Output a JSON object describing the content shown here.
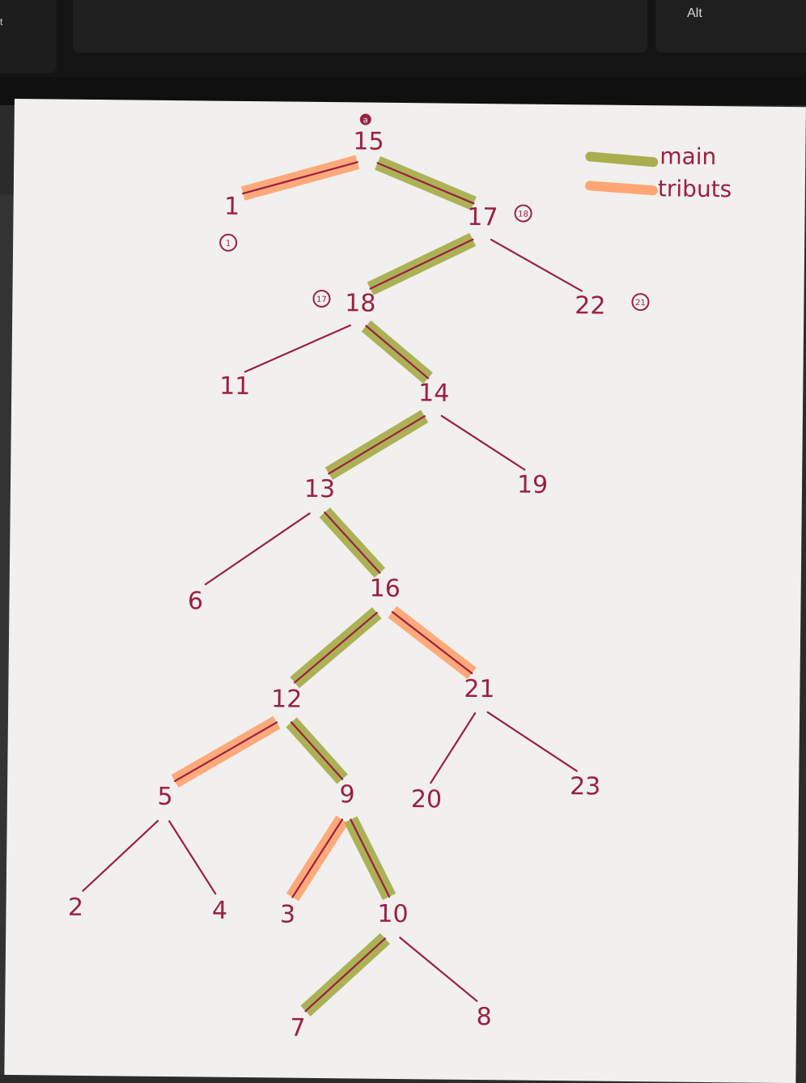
{
  "keyboard": {
    "alt_label": "Alt",
    "left_key_fragment": "t"
  },
  "legend": {
    "main_label": "main",
    "tributs_label": "tributs",
    "main_color": "#a9ae4e",
    "tributs_color": "#ffa674"
  },
  "root_marker": "a",
  "nodes": [
    {
      "id": "n15",
      "label": "15"
    },
    {
      "id": "n1",
      "label": "1",
      "circle": "1"
    },
    {
      "id": "n17",
      "label": "17",
      "circle": "18"
    },
    {
      "id": "n18",
      "label": "18",
      "circle": "17"
    },
    {
      "id": "n22",
      "label": "22",
      "circle": "21"
    },
    {
      "id": "n11",
      "label": "11"
    },
    {
      "id": "n14",
      "label": "14"
    },
    {
      "id": "n13",
      "label": "13"
    },
    {
      "id": "n19",
      "label": "19"
    },
    {
      "id": "n6",
      "label": "6"
    },
    {
      "id": "n16",
      "label": "16"
    },
    {
      "id": "n12",
      "label": "12"
    },
    {
      "id": "n21",
      "label": "21"
    },
    {
      "id": "n5",
      "label": "5"
    },
    {
      "id": "n9",
      "label": "9"
    },
    {
      "id": "n20",
      "label": "20"
    },
    {
      "id": "n23",
      "label": "23"
    },
    {
      "id": "n2",
      "label": "2"
    },
    {
      "id": "n4",
      "label": "4"
    },
    {
      "id": "n3",
      "label": "3"
    },
    {
      "id": "n10",
      "label": "10"
    },
    {
      "id": "n7",
      "label": "7"
    },
    {
      "id": "n8",
      "label": "8"
    }
  ],
  "edges": [
    {
      "from": "n15",
      "to": "n1",
      "type": "tributs"
    },
    {
      "from": "n15",
      "to": "n17",
      "type": "main"
    },
    {
      "from": "n17",
      "to": "n18",
      "type": "main"
    },
    {
      "from": "n17",
      "to": "n22",
      "type": "plain"
    },
    {
      "from": "n18",
      "to": "n11",
      "type": "plain"
    },
    {
      "from": "n18",
      "to": "n14",
      "type": "main"
    },
    {
      "from": "n14",
      "to": "n13",
      "type": "main"
    },
    {
      "from": "n14",
      "to": "n19",
      "type": "plain"
    },
    {
      "from": "n13",
      "to": "n6",
      "type": "plain"
    },
    {
      "from": "n13",
      "to": "n16",
      "type": "main"
    },
    {
      "from": "n16",
      "to": "n12",
      "type": "main"
    },
    {
      "from": "n16",
      "to": "n21",
      "type": "tributs"
    },
    {
      "from": "n12",
      "to": "n5",
      "type": "tributs"
    },
    {
      "from": "n12",
      "to": "n9",
      "type": "main"
    },
    {
      "from": "n21",
      "to": "n20",
      "type": "plain"
    },
    {
      "from": "n21",
      "to": "n23",
      "type": "plain"
    },
    {
      "from": "n5",
      "to": "n2",
      "type": "plain"
    },
    {
      "from": "n5",
      "to": "n4",
      "type": "plain"
    },
    {
      "from": "n9",
      "to": "n3",
      "type": "tributs"
    },
    {
      "from": "n9",
      "to": "n10",
      "type": "main"
    },
    {
      "from": "n10",
      "to": "n7",
      "type": "main"
    },
    {
      "from": "n10",
      "to": "n8",
      "type": "plain"
    }
  ]
}
